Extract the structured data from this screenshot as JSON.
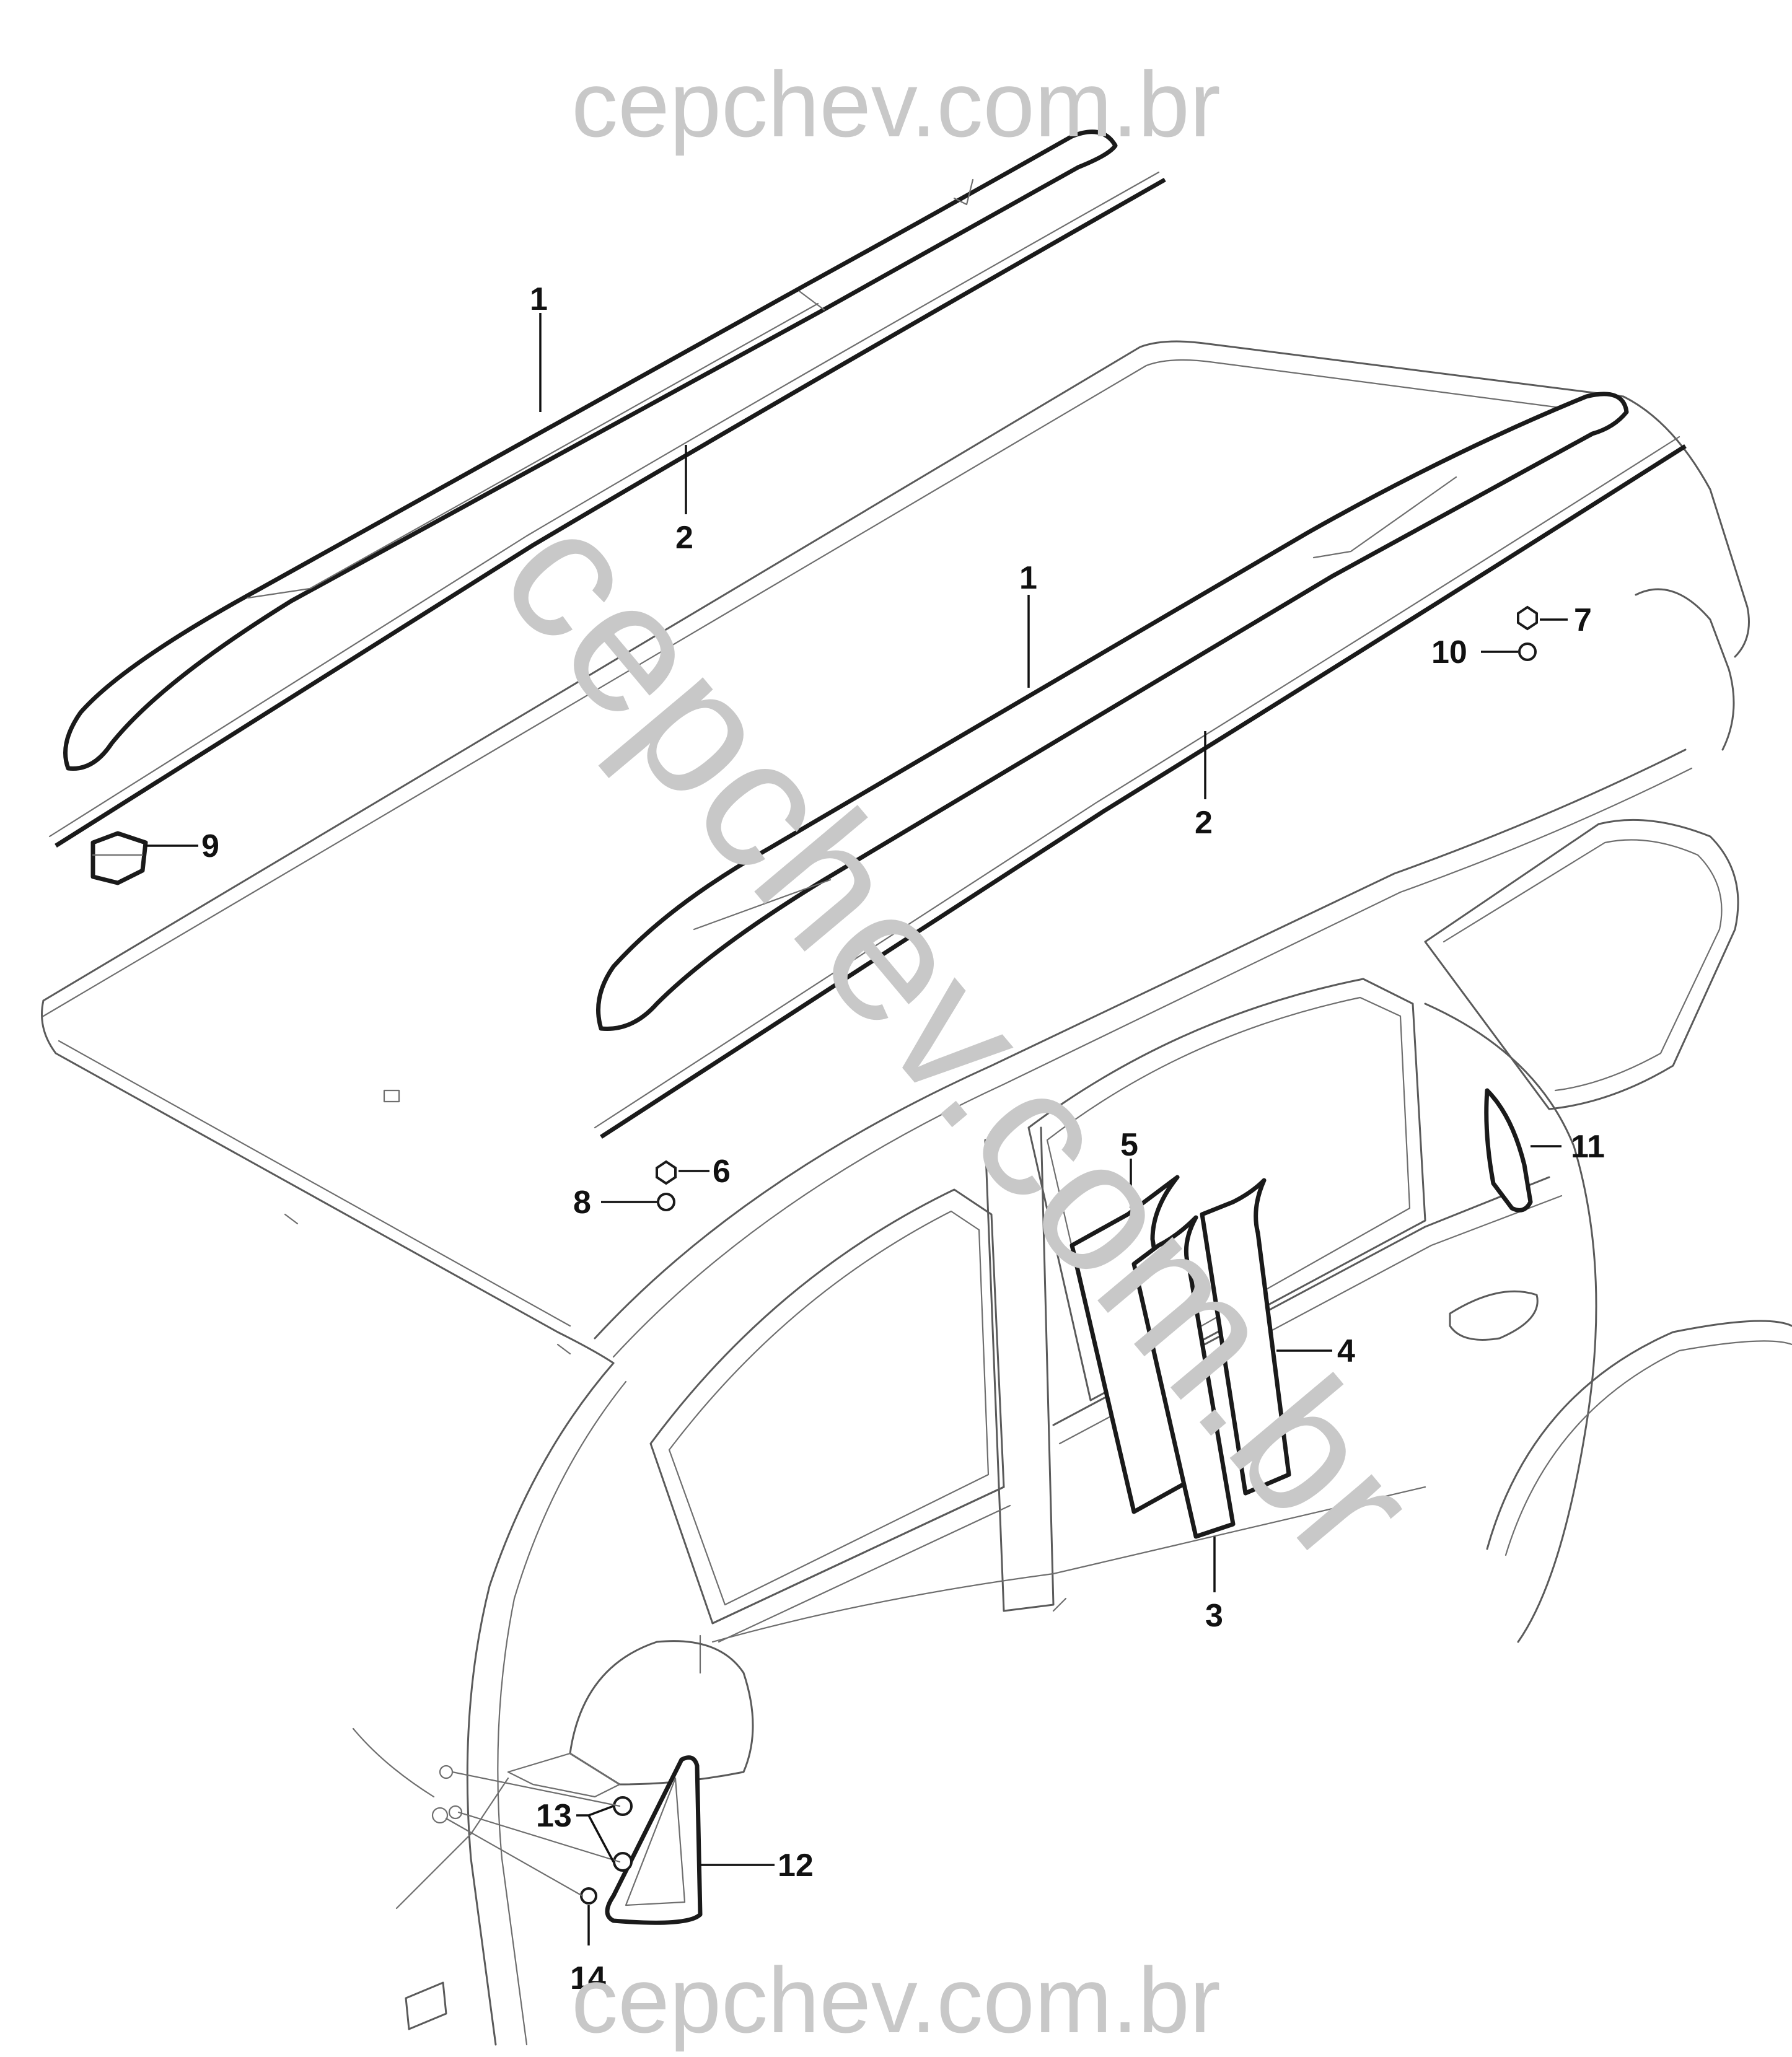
{
  "watermarks": {
    "top": "cepchev.com.br",
    "diagonal": "cepchev.com.br",
    "bottom": "cepchev.com.br"
  },
  "callouts": {
    "c1_left": "1",
    "c2_left": "2",
    "c1_right": "1",
    "c2_right": "2",
    "c3": "3",
    "c4": "4",
    "c5": "5",
    "c6": "6",
    "c7": "7",
    "c8": "8",
    "c9": "9",
    "c10": "10",
    "c11": "11",
    "c12": "12",
    "c13": "13",
    "c14": "14"
  }
}
